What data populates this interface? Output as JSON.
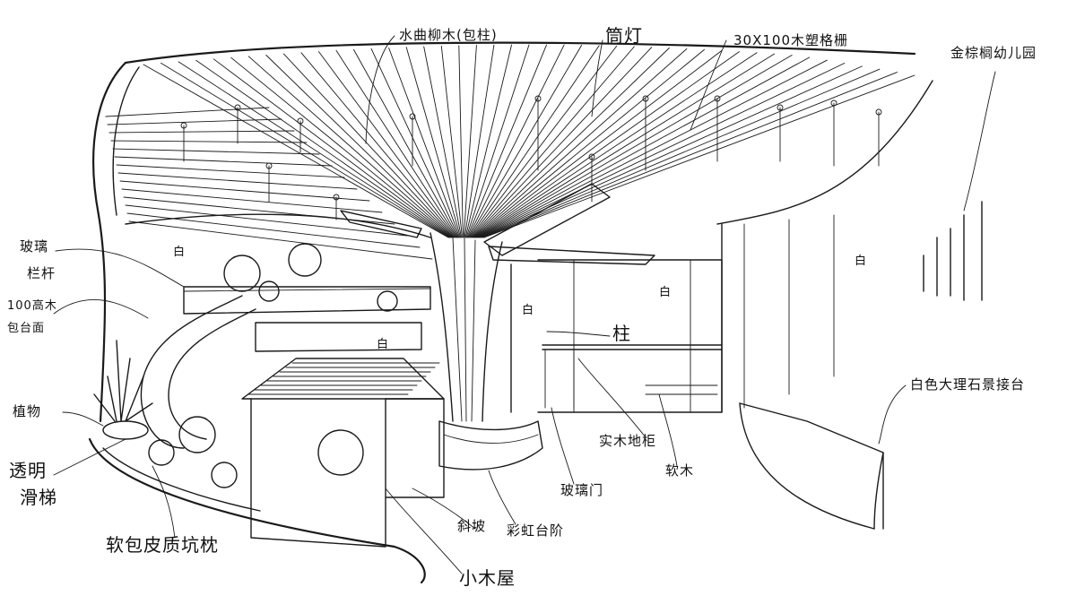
{
  "labels": {
    "shuiquliumu": "水曲柳木(包柱)",
    "tongdeng": "筒灯",
    "gezha": "30X100木塑格栅",
    "school": "金棕榈幼儿园",
    "glass_rail_1": "玻璃",
    "glass_rail_2": "栏杆",
    "wood_1": "100高木",
    "wood_2": "包台面",
    "plant": "植物",
    "slide_1": "透明",
    "slide_2": "滑梯",
    "cushion": "软包皮质坑枕",
    "ramp": "斜坡",
    "steps": "彩虹台阶",
    "house": "小木屋",
    "glass_door": "玻璃门",
    "cabinet": "实木地柜",
    "soft_wood": "软木",
    "reception": "白色大理石景接台",
    "column": "柱",
    "white_1": "白",
    "white_2": "白",
    "white_3": "白",
    "white_4": "白",
    "white_5": "白"
  }
}
